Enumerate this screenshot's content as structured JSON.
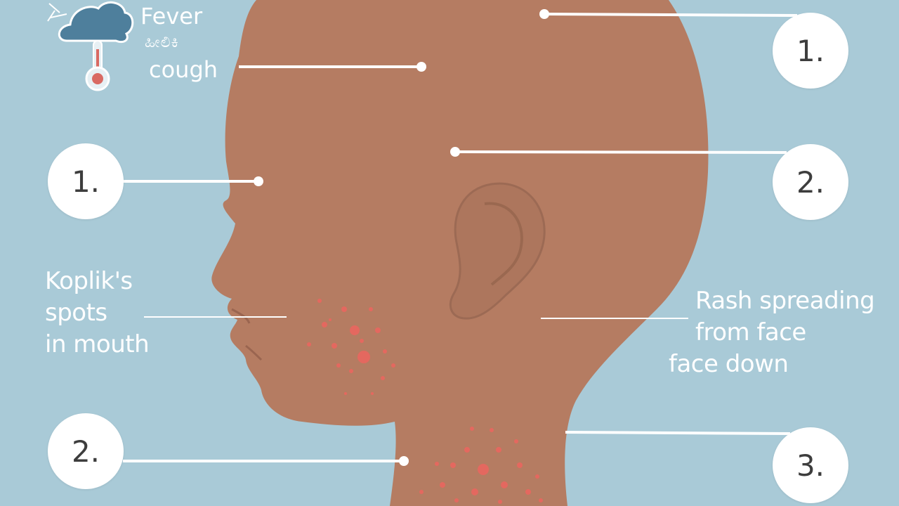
{
  "top_note": {
    "line1": "Fever",
    "line2": "ಹೀಲಿಕಿ",
    "line3": "cough"
  },
  "left_note": {
    "lines": [
      "Koplik's",
      "spots",
      "in mouth"
    ]
  },
  "right_note": {
    "lines": [
      "Rash spreading",
      "from face",
      "face down"
    ]
  },
  "badges": {
    "right_top": "1.",
    "right_mid": "2.",
    "right_bottom": "3.",
    "left_top": "1.",
    "left_bottom": "2."
  },
  "icons": {
    "weather": "cloud-thermometer-icon"
  },
  "colors": {
    "background": "#a9cad7",
    "skin": "#b57c62",
    "rash": "#e4685f",
    "leader_line": "#ffffff",
    "badge_fill": "#ffffff",
    "badge_text": "#3d3d3d"
  }
}
